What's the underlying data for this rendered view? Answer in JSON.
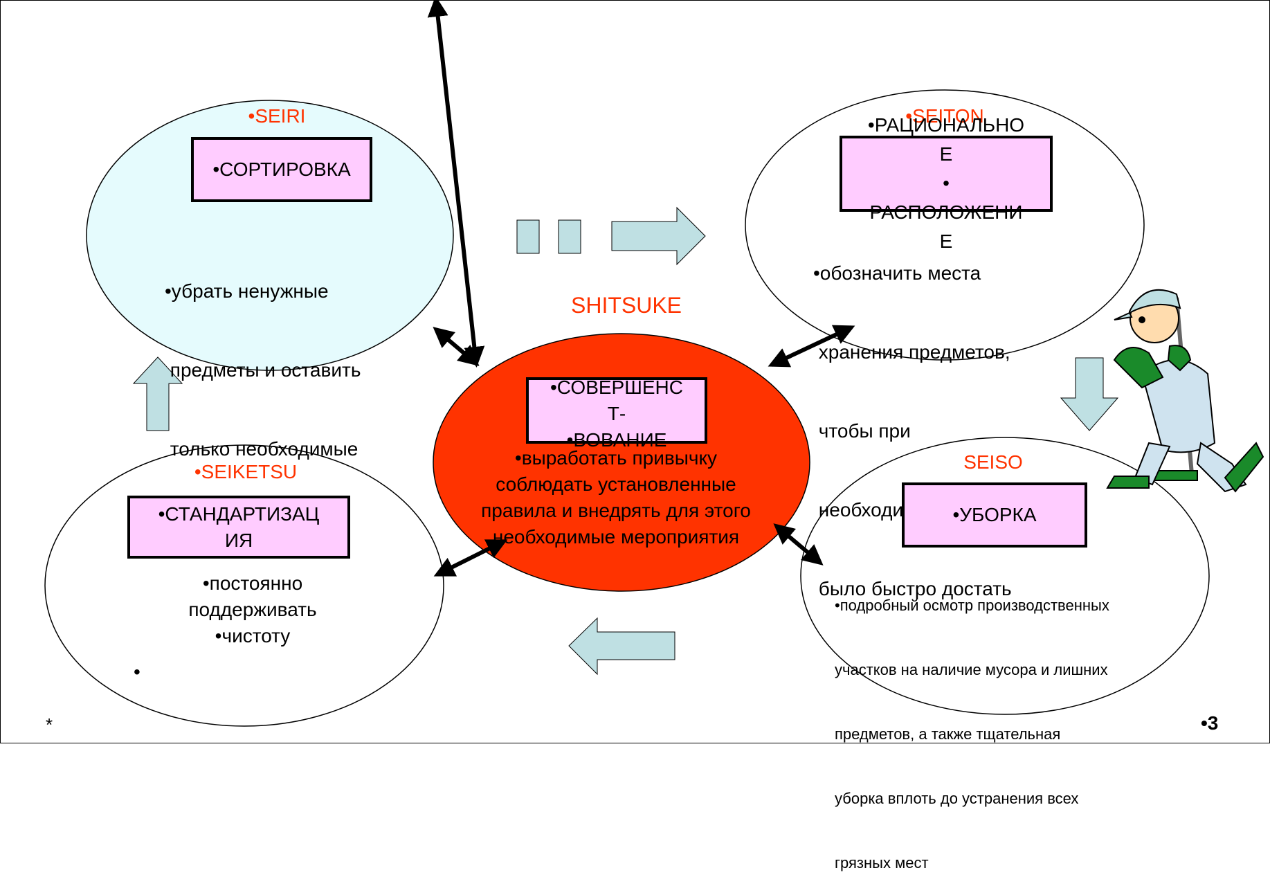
{
  "seiri": {
    "title": "•SEIRI",
    "box": "•СОРТИРОВКА",
    "desc": [
      "•убрать ненужные",
      " предметы и оставить",
      " только необходимые"
    ]
  },
  "seiton": {
    "title": "•SEITON",
    "box": [
      "•РАЦИОНАЛЬНО",
      "Е",
      "•",
      "РАСПОЛОЖЕНИ",
      "Е"
    ],
    "desc": [
      "•обозначить места",
      " хранения предметов,",
      " чтобы при",
      " необходимости их можно",
      " было быстро достать"
    ]
  },
  "shitsuke": {
    "title": "SHITSUKE",
    "box": [
      "•СОВЕРШЕНС",
      "Т-",
      "•ВОВАНИЕ"
    ],
    "desc": [
      "•выработать привычку",
      "соблюдать установленные",
      "правила и внедрять для этого",
      "необходимые мероприятия"
    ]
  },
  "seiketsu": {
    "title": "•SEIKETSU",
    "box": [
      "•СТАНДАРТИЗАЦ",
      "ИЯ"
    ],
    "desc": [
      "•постоянно",
      "поддерживать",
      "•чистоту",
      "•"
    ]
  },
  "seiso": {
    "title": "SEISO",
    "box": "•УБОРКА",
    "desc": [
      "•подробный осмотр производственных",
      "участков на наличие мусора и лишних",
      "предметов, а также тщательная",
      "уборка вплоть до устранения всех",
      "грязных мест"
    ]
  },
  "footer": {
    "left": "*",
    "page": "•3"
  },
  "colors": {
    "seiri_fill": "#e5fbfd",
    "shitsuke_fill": "#ff3300",
    "box_fill": "#ffccff",
    "arrow_fill": "#bfe0e3",
    "title_red": "#ff3300"
  }
}
